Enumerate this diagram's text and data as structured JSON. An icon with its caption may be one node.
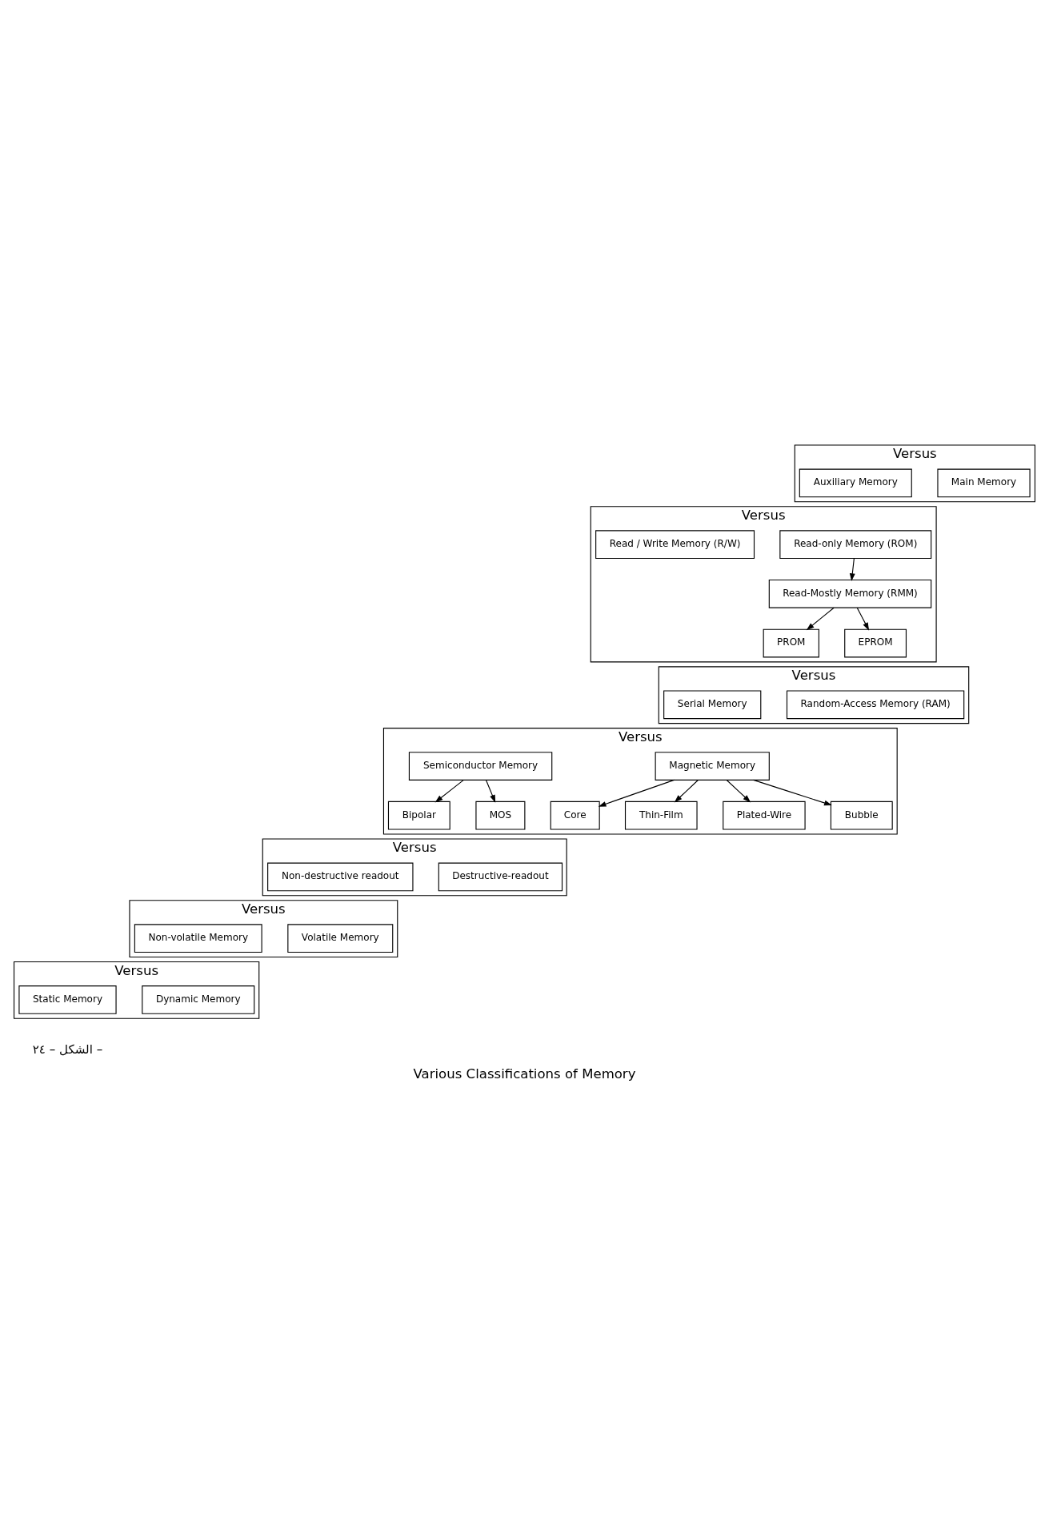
{
  "diagram": {
    "caption": "Various Classifications of Memory",
    "nodes": [
      {
        "text": [
          "Versus"
        ]
      },
      {
        "text": [
          "Main Memory"
        ],
        "in": 0
      },
      {
        "text": [
          "Auxiliary Memory"
        ],
        "in": 0
      },
      {
        "text": [
          "Versus"
        ]
      },
      {
        "text": [
          "Read-only Memory (ROM)"
        ],
        "in": 3
      },
      {
        "text": [
          "Read / Write Memory (R/W)"
        ],
        "in": 3
      },
      {
        "text": [
          "Read-Mostly Memory (RMM)"
        ],
        "in": 3
      },
      {
        "text": [
          "PROM"
        ],
        "in": 3
      },
      {
        "text": [
          "EPROM"
        ],
        "in": 3
      },
      {
        "text": [
          "Versus"
        ]
      },
      {
        "text": [
          "Random-Access Memory (RAM)"
        ],
        "in": 9
      },
      {
        "text": [
          "Serial Memory"
        ],
        "in": 9
      },
      {
        "text": [
          "Versus"
        ]
      },
      {
        "text": [
          "Magnetic Memory"
        ],
        "in": 12
      },
      {
        "text": [
          "Semiconductor Memory"
        ],
        "in": 12
      },
      {
        "text": [
          "Core"
        ],
        "in": 12
      },
      {
        "text": [
          "Thin-Film"
        ],
        "in": 12
      },
      {
        "text": [
          "Plated-Wire"
        ],
        "in": 12
      },
      {
        "text": [
          "Bubble"
        ],
        "in": 12
      },
      {
        "text": [
          "Bipolar"
        ],
        "in": 12
      },
      {
        "text": [
          "MOS"
        ],
        "in": 12
      },
      {
        "text": [
          "Versus"
        ]
      },
      {
        "text": [
          "Destructive-readout"
        ],
        "in": 21
      },
      {
        "text": [
          "Non-destructive readout"
        ],
        "in": 21
      },
      {
        "text": [
          "Versus"
        ]
      },
      {
        "text": [
          "Volatile Memory"
        ],
        "in": 24
      },
      {
        "text": [
          "Non-volatile Memory"
        ],
        "in": 24
      },
      {
        "text": [
          "Versus"
        ]
      },
      {
        "text": [
          "Dynamic Memory"
        ],
        "in": 27
      },
      {
        "text": [
          "Static Memory"
        ],
        "in": 27
      }
    ],
    "edges": [
      {
        "from": 4,
        "to": 6,
        "arrow": "to"
      },
      {
        "from": 6,
        "to": 7,
        "arrow": "to"
      },
      {
        "from": 6,
        "to": 8,
        "arrow": "to"
      },
      {
        "from": 13,
        "to": 15,
        "arrow": "to"
      },
      {
        "from": 13,
        "to": 16,
        "arrow": "to"
      },
      {
        "from": 13,
        "to": 17,
        "arrow": "to"
      },
      {
        "from": 13,
        "to": 18,
        "arrow": "to"
      },
      {
        "from": 14,
        "to": 19,
        "arrow": "to"
      },
      {
        "from": 14,
        "to": 20,
        "arrow": "to"
      }
    ],
    "labels": [
      "الشكل – ٢٤ –"
    ]
  }
}
